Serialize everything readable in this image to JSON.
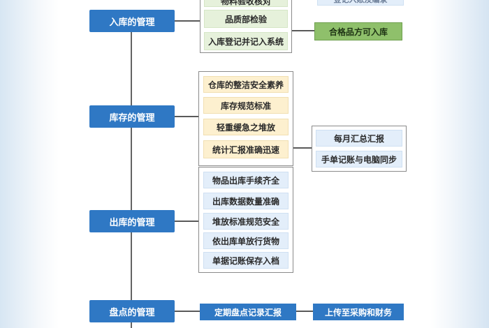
{
  "colors": {
    "category_bg": "#2f78c4",
    "category_text": "#ffffff",
    "connector": "#222222",
    "inbound_item_bg": "#e6f1db",
    "inbound_result_bg": "#8fc06b",
    "storage_item_bg": "#fdf0cf",
    "outbound_item_bg": "#e3eefa",
    "inventory_item_bg": "#2f78c4"
  },
  "sections": [
    {
      "title": "入库的管理",
      "items": [
        "物料验收核对",
        "品质部检验",
        "入库登记并记入系统"
      ],
      "side_top": "登记入账及编录",
      "side": [
        "合格品方可入库"
      ]
    },
    {
      "title": "库存的管理",
      "items": [
        "仓库的整洁安全素养",
        "库存规范标准",
        "轻重缓急之堆放",
        "统计汇报准确迅速"
      ],
      "side": [
        "每月汇总汇报",
        "手单记账与电脑同步"
      ]
    },
    {
      "title": "出库的管理",
      "items": [
        "物品出库手续齐全",
        "出库数据数量准确",
        "堆放标准规范安全",
        "依出库单放行货物",
        "单据记账保存入档"
      ]
    },
    {
      "title": "盘点的管理",
      "items": [
        "定期盘点记录汇报"
      ],
      "side": [
        "上传至采购和财务"
      ]
    }
  ]
}
